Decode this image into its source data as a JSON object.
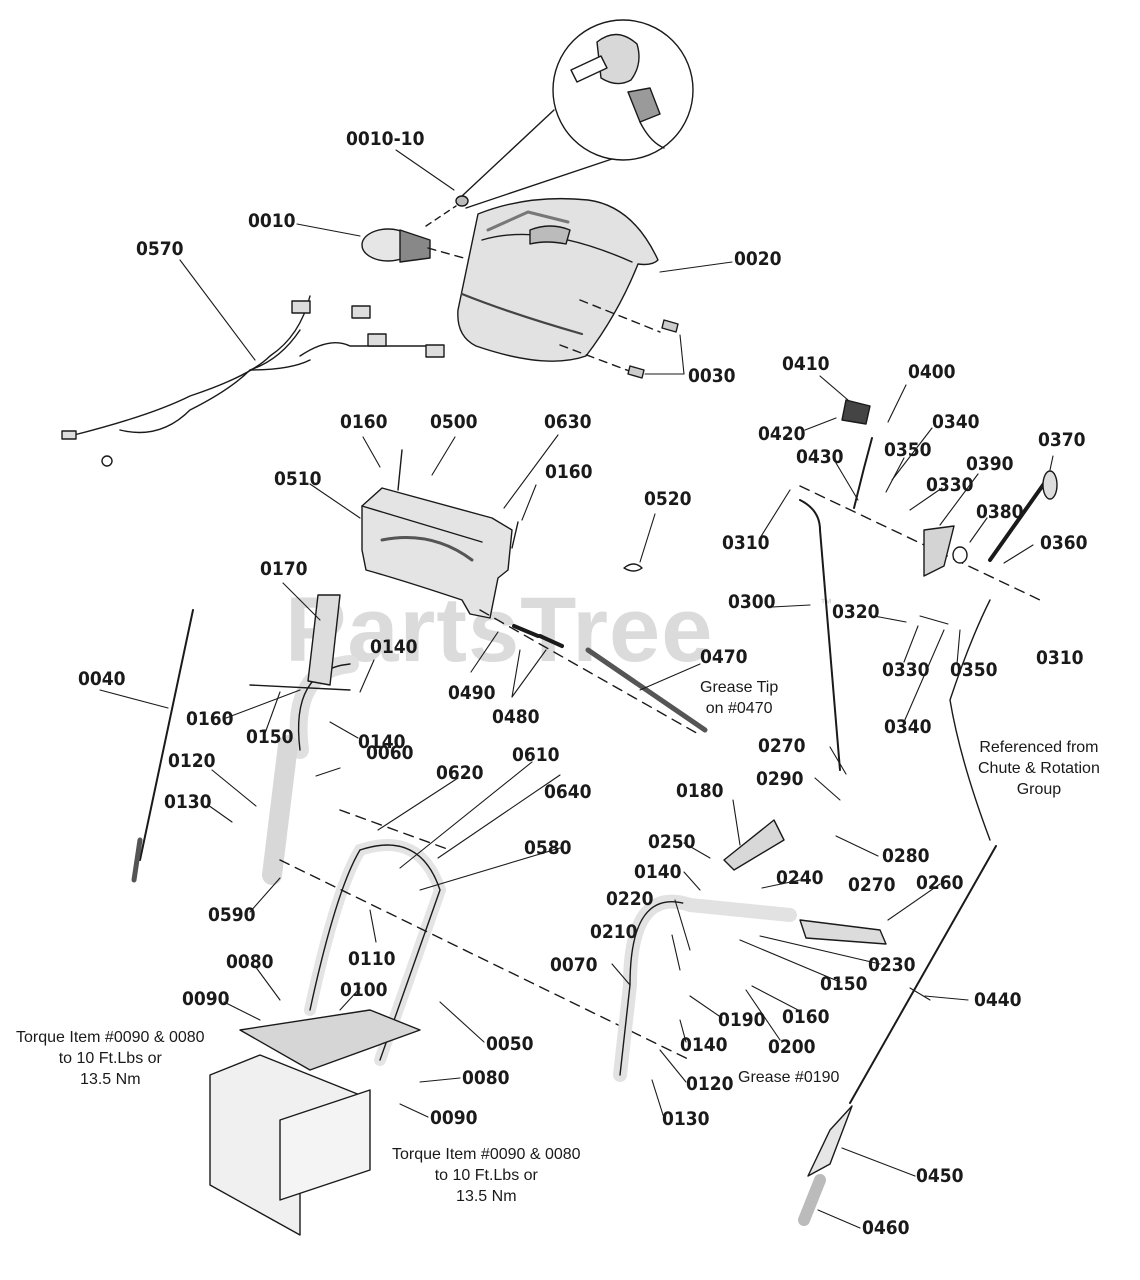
{
  "watermark": {
    "text": "PartsTree",
    "mark": "™"
  },
  "callouts": [
    "0010-10",
    "0010",
    "0570",
    "0020",
    "0030",
    "0410",
    "0400",
    "0420",
    "0340",
    "0350",
    "0430",
    "0390",
    "0370",
    "0330",
    "0380",
    "0310",
    "0360",
    "0160",
    "0500",
    "0630",
    "0510",
    "0520",
    "0300",
    "0320",
    "0170",
    "0140",
    "0470",
    "0040",
    "0490",
    "0480",
    "0150",
    "0620",
    "0610",
    "0060",
    "0120",
    "0270",
    "0290",
    "0180",
    "0640",
    "0580",
    "0280",
    "0130",
    "0250",
    "0240",
    "0220",
    "0260",
    "0590",
    "0110",
    "0230",
    "0210",
    "0080",
    "0070",
    "0090",
    "0100",
    "0200",
    "0190",
    "0440",
    "0050",
    "0450",
    "0460"
  ],
  "notes": {
    "grease_tip": "Grease Tip\non #0470",
    "referenced": "Referenced from\nChute & Rotation\nGroup",
    "torque_left": "Torque Item #0090 & 0080\nto 10 Ft.Lbs or\n13.5 Nm",
    "torque_bottom": "Torque Item #0090 & 0080\nto 10 Ft.Lbs or\n13.5 Nm",
    "grease_0190": "Grease #0190"
  }
}
